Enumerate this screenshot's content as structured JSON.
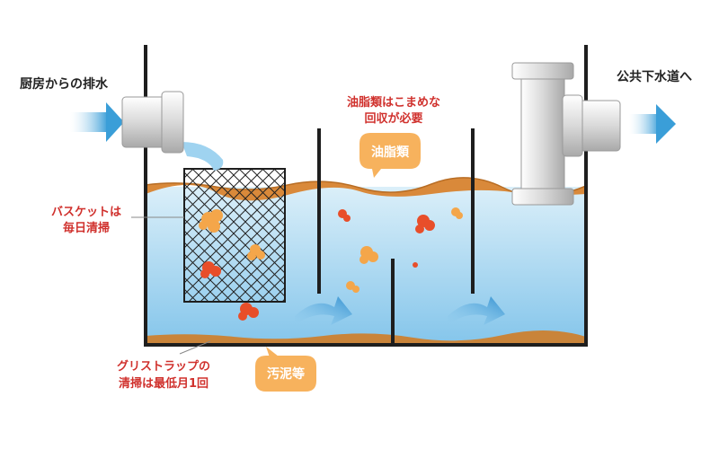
{
  "labels": {
    "inlet": "厨房からの排水",
    "outlet": "公共下水道へ",
    "oil_note_1": "油脂類はこまめな",
    "oil_note_2": "回収が必要",
    "oil_bubble": "油脂類",
    "basket_note_1": "バスケットは",
    "basket_note_2": "毎日清掃",
    "trap_note_1": "グリストラップの",
    "trap_note_2": "清掃は最低月1回",
    "sludge_bubble": "汚泥等"
  },
  "colors": {
    "water_top": "#d4ecf8",
    "water_bottom": "#8fcbed",
    "grease": "#d9893a",
    "sludge": "#c9843a",
    "label_red": "#d0312d",
    "bubble": "#f7b25d",
    "arrow_blue": "#3a9ed8",
    "pipe_gray": "#c8c8c8"
  }
}
